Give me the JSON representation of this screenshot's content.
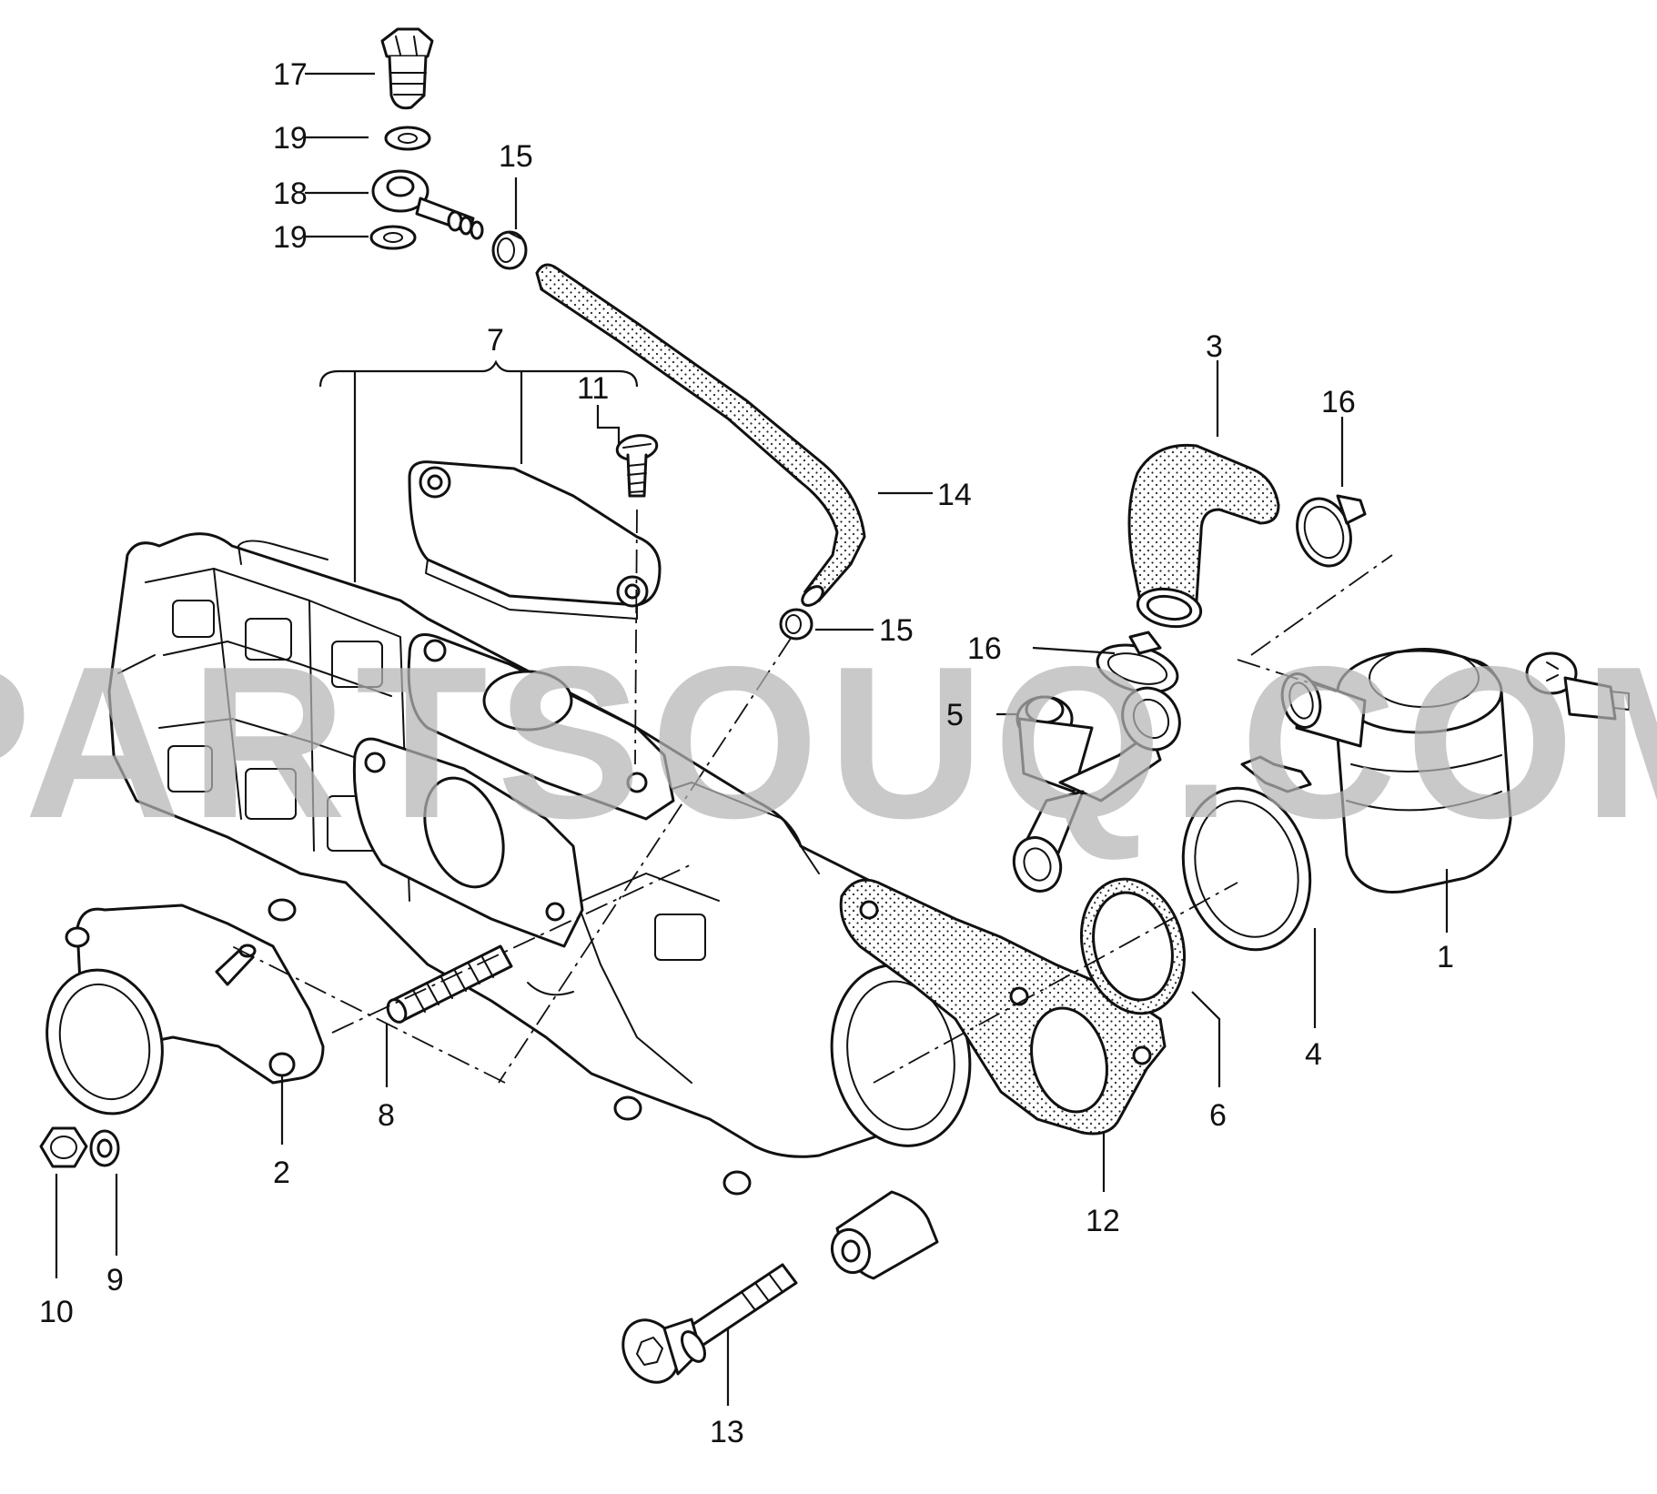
{
  "watermark": "PARTSOUQ.COM",
  "callouts": {
    "c1": "1",
    "c2": "2",
    "c3": "3",
    "c4": "4",
    "c5": "5",
    "c6": "6",
    "c7": "7",
    "c8": "8",
    "c9": "9",
    "c10": "10",
    "c11": "11",
    "c12": "12",
    "c13": "13",
    "c14": "14",
    "c15a": "15",
    "c15b": "15",
    "c16a": "16",
    "c16b": "16",
    "c17": "17",
    "c18": "18",
    "c19a": "19",
    "c19b": "19"
  }
}
